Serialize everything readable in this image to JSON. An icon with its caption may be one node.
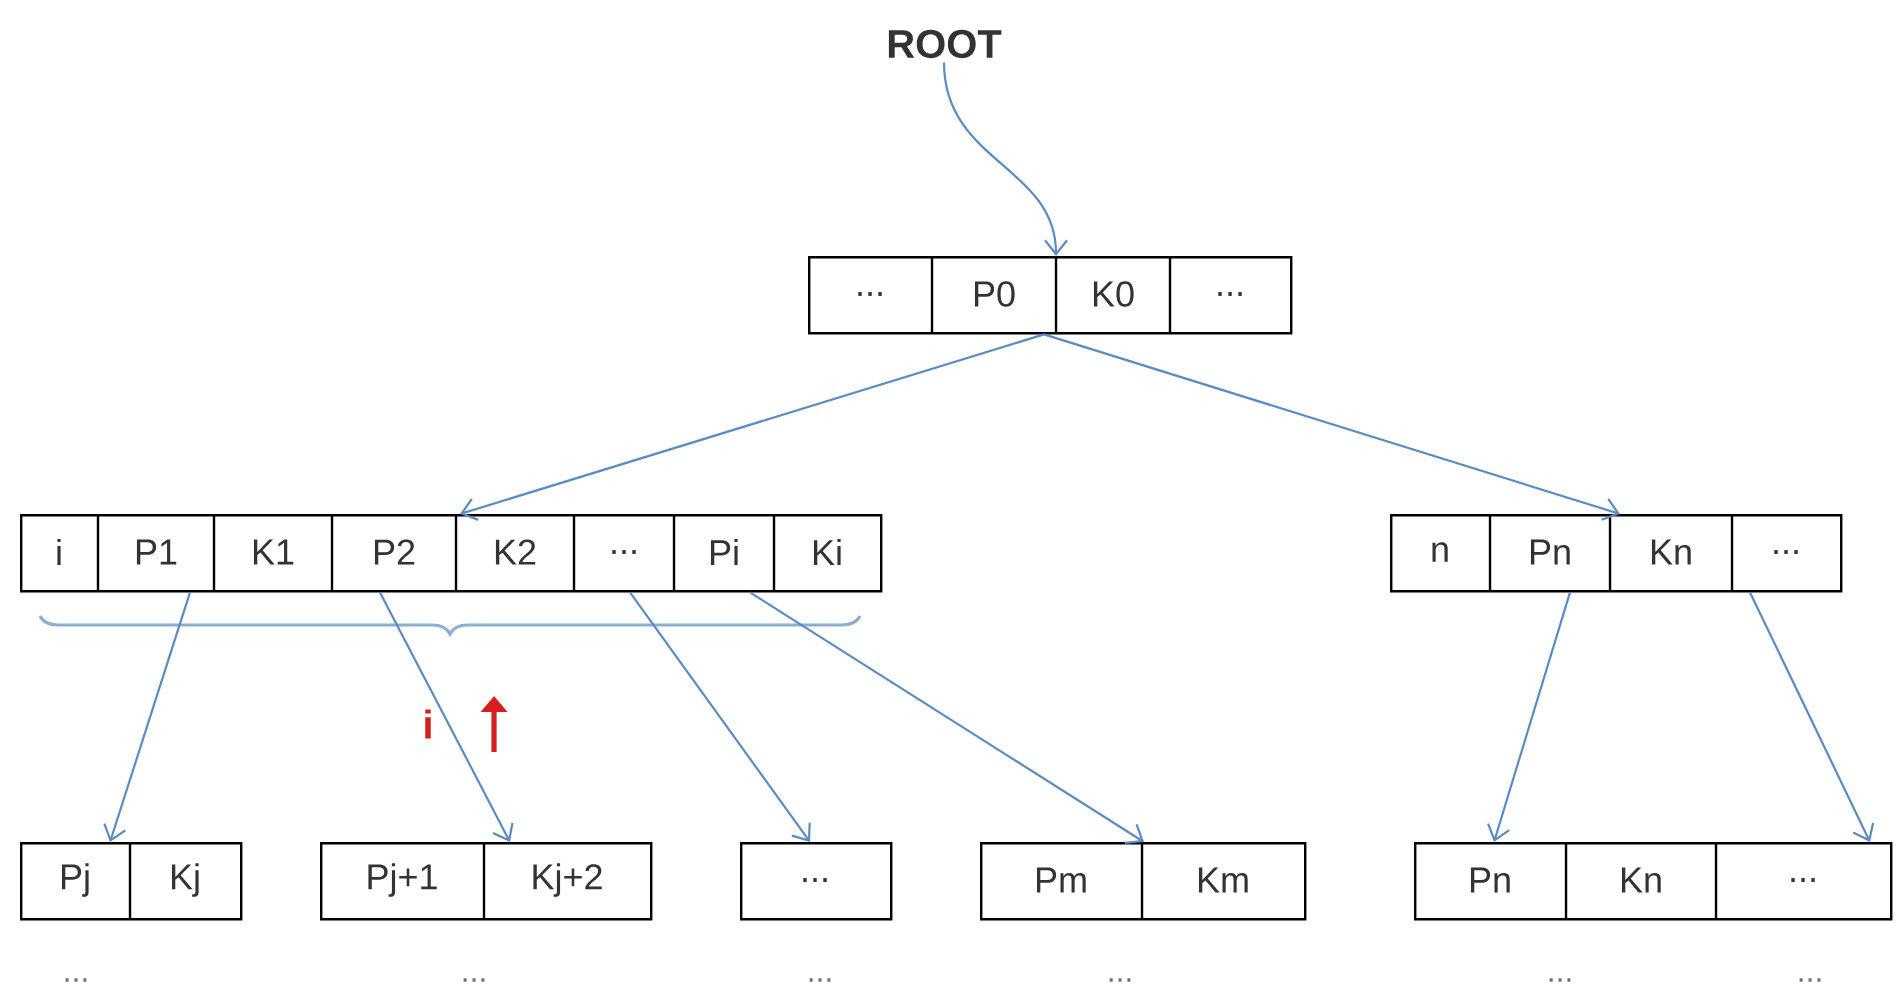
{
  "diagram": {
    "nodes": [
      {
        "text": [
          "ROOT"
        ]
      },
      {
        "text": [
          "...",
          "P0",
          "K0",
          "..."
        ]
      },
      {
        "text": [
          "i",
          "P1",
          "K1",
          "P2",
          "K2",
          "...",
          "Pi",
          "Ki"
        ]
      },
      {
        "text": [
          "n",
          "Pn",
          "Kn",
          "..."
        ]
      },
      {
        "text": [
          "Pj",
          "Kj"
        ]
      },
      {
        "text": [
          "Pj+1",
          "Kj+2"
        ]
      },
      {
        "text": [
          "..."
        ]
      },
      {
        "text": [
          "Pm",
          "Km"
        ]
      },
      {
        "text": [
          "Pn",
          "Kn",
          "..."
        ]
      }
    ],
    "edges": [
      {
        "from": 0,
        "to": 1,
        "arrow": "to"
      },
      {
        "from": 1,
        "to": 2,
        "arrow": "to"
      },
      {
        "from": 1,
        "to": 3,
        "arrow": "to"
      },
      {
        "from": 2,
        "to": 4,
        "arrow": "to"
      },
      {
        "from": 2,
        "to": 5,
        "arrow": "to"
      },
      {
        "from": 2,
        "to": 6,
        "arrow": "to"
      },
      {
        "from": 2,
        "to": 7,
        "arrow": "to"
      },
      {
        "from": 3,
        "to": 8,
        "arrow": "to"
      },
      {
        "from": 3,
        "to": 8,
        "arrow": "to"
      }
    ],
    "labels": [
      "i",
      "...",
      "...",
      "...",
      "...",
      "...",
      "..."
    ]
  }
}
